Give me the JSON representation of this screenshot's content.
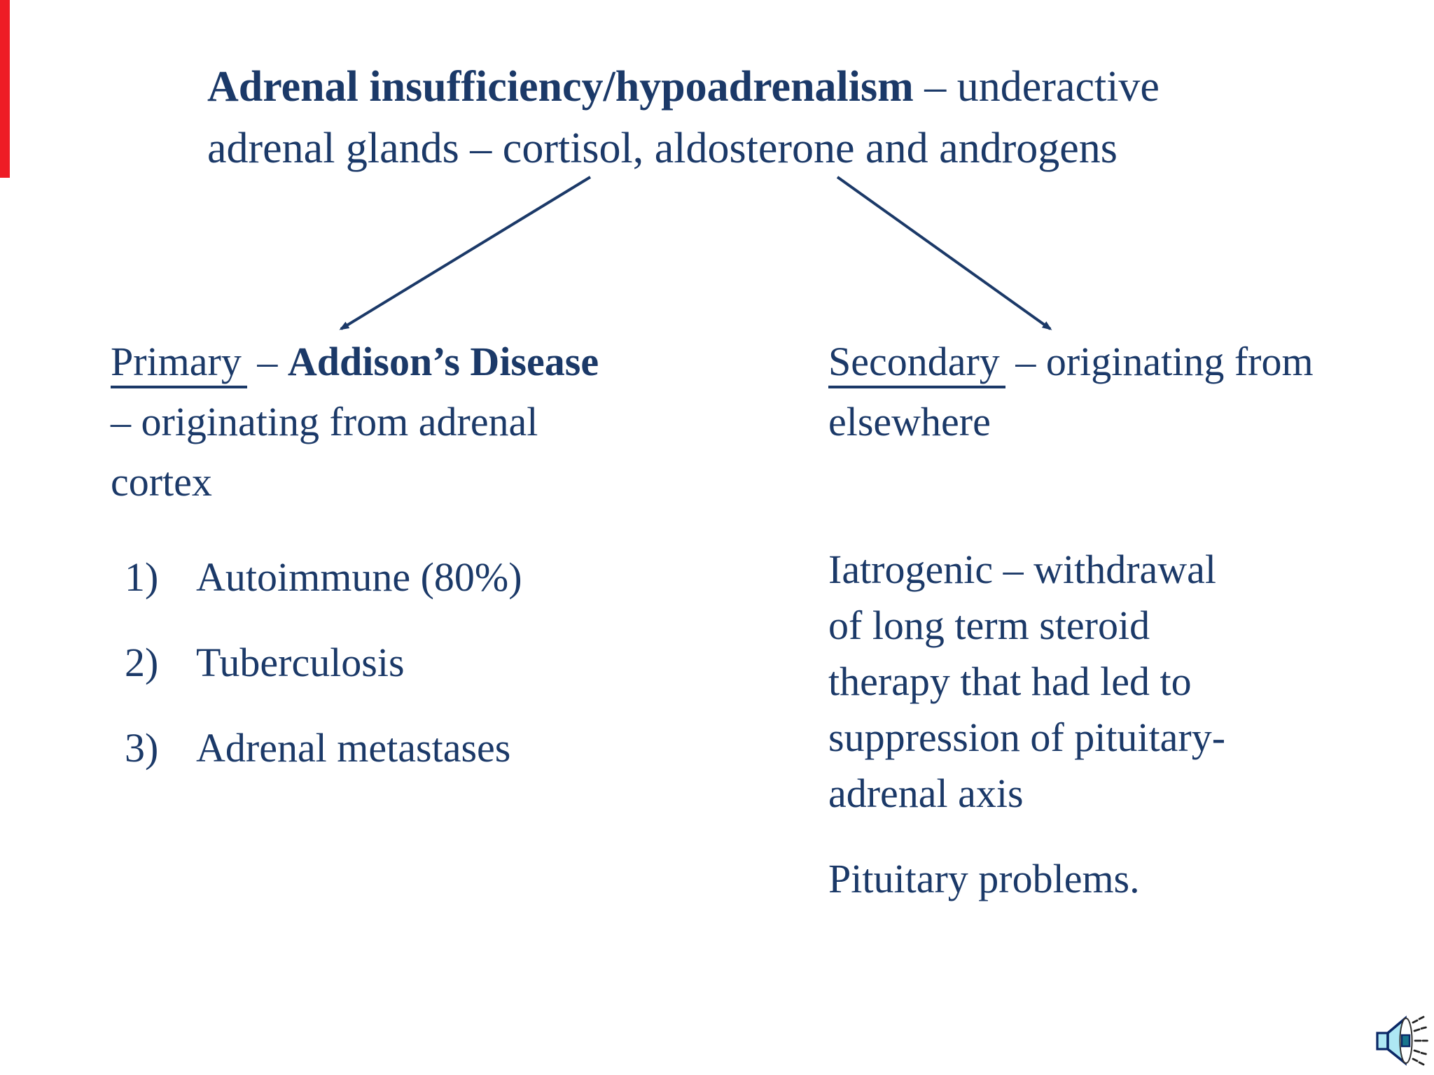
{
  "slide": {
    "background_color": "#ffffff",
    "text_color": "#1b3968",
    "red_bar_color": "#ee1c25",
    "title": {
      "line1_bold": "Adrenal insufficiency/hypoadrenalism",
      "line1_regular": " – underactive",
      "line2": "adrenal glands – cortisol, aldosterone and androgens"
    },
    "primary": {
      "term": "Primary",
      "separator": " – ",
      "term_bold": "Addison’s Disease",
      "line2": "– originating from adrenal",
      "line3": "cortex",
      "items": [
        {
          "marker": "1)",
          "label": "Autoimmune (80%)"
        },
        {
          "marker": "2)",
          "label": "Tuberculosis"
        },
        {
          "marker": "3)",
          "label": "Adrenal metastases"
        }
      ]
    },
    "secondary": {
      "term": "Secondary",
      "line1_rest": " – originating from",
      "line2": "elsewhere",
      "para1_lines": [
        "Iatrogenic – withdrawal",
        "of long term steroid",
        "therapy that had led to",
        "suppression of pituitary-",
        "adrenal axis"
      ],
      "para2": "Pituitary problems."
    },
    "icons": {
      "speaker": "speaker-audio-icon"
    }
  }
}
